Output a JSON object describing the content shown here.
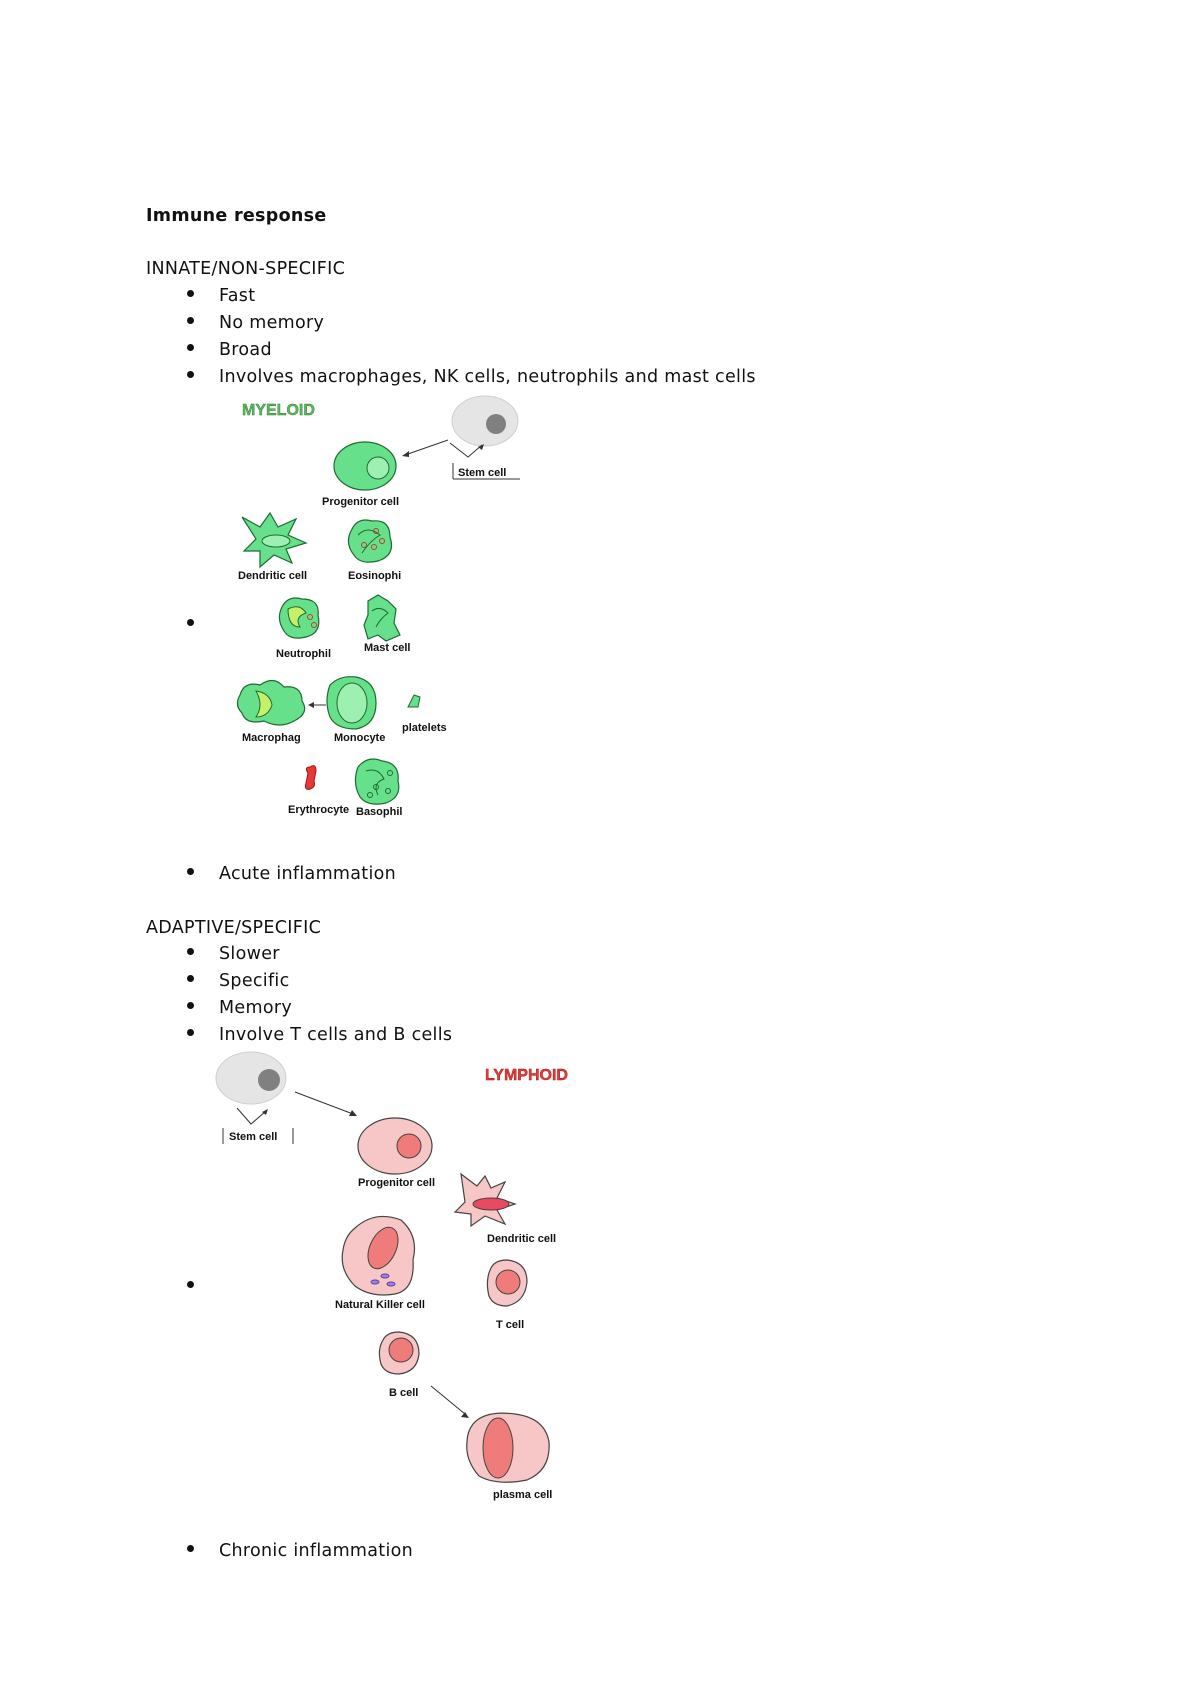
{
  "title": "Immune response",
  "innate": {
    "heading": "INNATE/NON-SPECIFIC",
    "bullets": [
      "Fast",
      "No memory",
      "Broad",
      "Involves macrophages, NK cells, neutrophils and mast cells"
    ],
    "final_bullet": "Acute inflammation"
  },
  "myeloid_diagram": {
    "title": "MYELOID",
    "labels": {
      "stem": "Stem cell",
      "progenitor": "Progenitor cell",
      "dendritic": "Dendritic cell",
      "eosinophil": "Eosinophi",
      "neutrophil": "Neutrophil",
      "mast": "Mast cell",
      "macrophage": "Macrophag",
      "monocyte": "Monocyte",
      "platelets": "platelets",
      "erythrocyte": "Erythrocyte",
      "basophil": "Basophil"
    },
    "colors": {
      "cell": "#66e08a",
      "cell_dark": "#1f6b33",
      "nucleus": "#9ef0b2",
      "erythrocyte": "#e53935"
    }
  },
  "adaptive": {
    "heading": "ADAPTIVE/SPECIFIC",
    "bullets": [
      "Slower",
      "Specific",
      "Memory",
      "Involve T cells and B cells"
    ],
    "final_bullet": "Chronic inflammation"
  },
  "lymphoid_diagram": {
    "title": "LYMPHOID",
    "labels": {
      "stem": "Stem cell",
      "progenitor": "Progenitor cell",
      "dendritic": "Dendritic cell",
      "nk": "Natural Killer cell",
      "t": "T cell",
      "b": "B cell",
      "plasma": "plasma cell"
    },
    "colors": {
      "cell": "#f7c6c6",
      "nucleus": "#ef7b7b",
      "outline": "#444444"
    }
  }
}
